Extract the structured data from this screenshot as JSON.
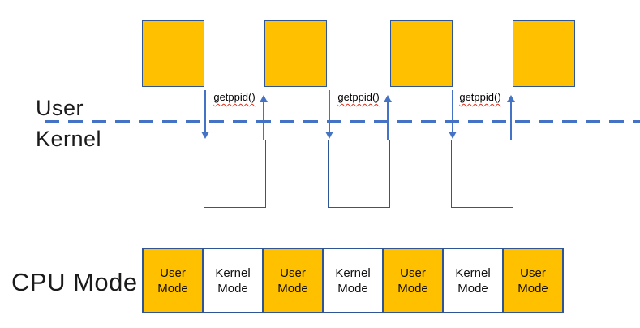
{
  "labels": {
    "user": "User",
    "kernel": "Kernel",
    "cpu_mode": "CPU Mode"
  },
  "transitions": [
    {
      "syscall": "getppid()"
    },
    {
      "syscall": "getppid()"
    },
    {
      "syscall": "getppid()"
    }
  ],
  "cpu_mode": {
    "cells": [
      {
        "label": "User Mode",
        "mode": "user"
      },
      {
        "label": "Kernel Mode",
        "mode": "kernel"
      },
      {
        "label": "User Mode",
        "mode": "user"
      },
      {
        "label": "Kernel Mode",
        "mode": "kernel"
      },
      {
        "label": "User Mode",
        "mode": "user"
      },
      {
        "label": "Kernel Mode",
        "mode": "kernel"
      },
      {
        "label": "User Mode",
        "mode": "user"
      }
    ]
  },
  "colors": {
    "user_mode_fill": "#FFC000",
    "box_border": "#2F5597",
    "line_blue": "#4472C4",
    "spellcheck_red": "#E0301E",
    "ink": "#1A1A1A"
  }
}
